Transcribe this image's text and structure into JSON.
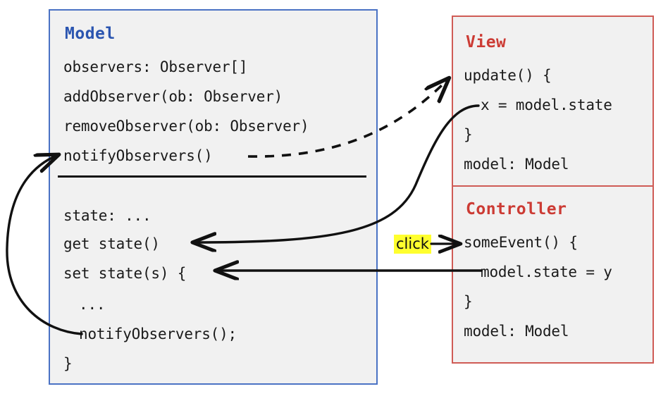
{
  "diagram": {
    "title": "MVC Observer pattern diagram",
    "colors": {
      "model_border": "#4a72c4",
      "model_title": "#2b55b0",
      "view_border": "#cf5b55",
      "view_title": "#cc3b34",
      "box_fill": "#f1f1f1",
      "arrow": "#111111",
      "highlight": "#ffff2e"
    }
  },
  "model": {
    "title": "Model",
    "section_top": [
      "observers: Observer[]",
      "addObserver(ob: Observer)",
      "removeObserver(ob: Observer)",
      "notifyObservers()"
    ],
    "section_bottom": [
      "state: ...",
      "get state()",
      "set state(s) {",
      "...",
      "notifyObservers();",
      "}"
    ]
  },
  "view": {
    "title": "View",
    "lines": [
      "update() {",
      "x = model.state",
      "}",
      "model: Model"
    ]
  },
  "controller": {
    "title": "Controller",
    "lines": [
      "someEvent() {",
      "model.state = y",
      "}",
      "model: Model"
    ]
  },
  "annotations": {
    "click": "click"
  },
  "arrows": [
    {
      "name": "notify-to-update",
      "style": "dashed",
      "from": "notifyObservers()",
      "to": "update() {"
    },
    {
      "name": "view-read-to-getstate",
      "style": "solid",
      "from": "x = model.state",
      "to": "get state()"
    },
    {
      "name": "controller-write-to-setstate",
      "style": "solid",
      "from": "model.state = y",
      "to": "set state(s) {"
    },
    {
      "name": "click-to-someevent",
      "style": "solid",
      "from": "click",
      "to": "someEvent() {"
    },
    {
      "name": "notify-self-loop",
      "style": "solid",
      "from": "notifyObservers();",
      "to": "notifyObservers()"
    }
  ]
}
